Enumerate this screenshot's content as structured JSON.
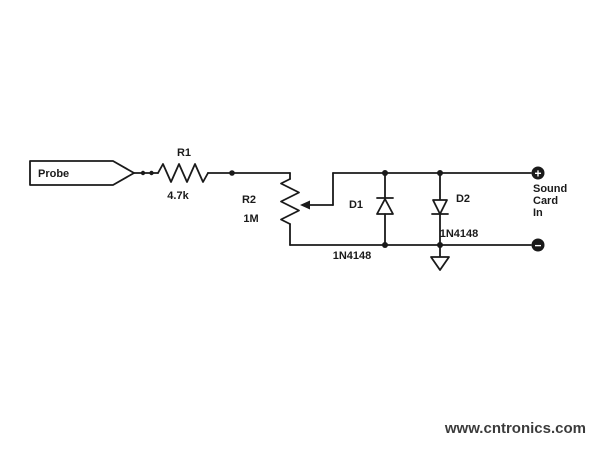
{
  "diagram": {
    "probe": {
      "label": "Probe"
    },
    "r1": {
      "designator": "R1",
      "value": "4.7k"
    },
    "r2": {
      "designator": "R2",
      "value": "1M"
    },
    "d1": {
      "designator": "D1",
      "part": "1N4148"
    },
    "d2": {
      "designator": "D2",
      "part": "1N4148"
    },
    "output": {
      "plus": "+",
      "minus": "−",
      "line1": "Sound",
      "line2": "Card",
      "line3": "In"
    },
    "watermark": {
      "text": "www.cntronics.com",
      "color": "#9fc848"
    },
    "colors": {
      "line": "#1a1a1a",
      "background": "#ffffff"
    }
  }
}
